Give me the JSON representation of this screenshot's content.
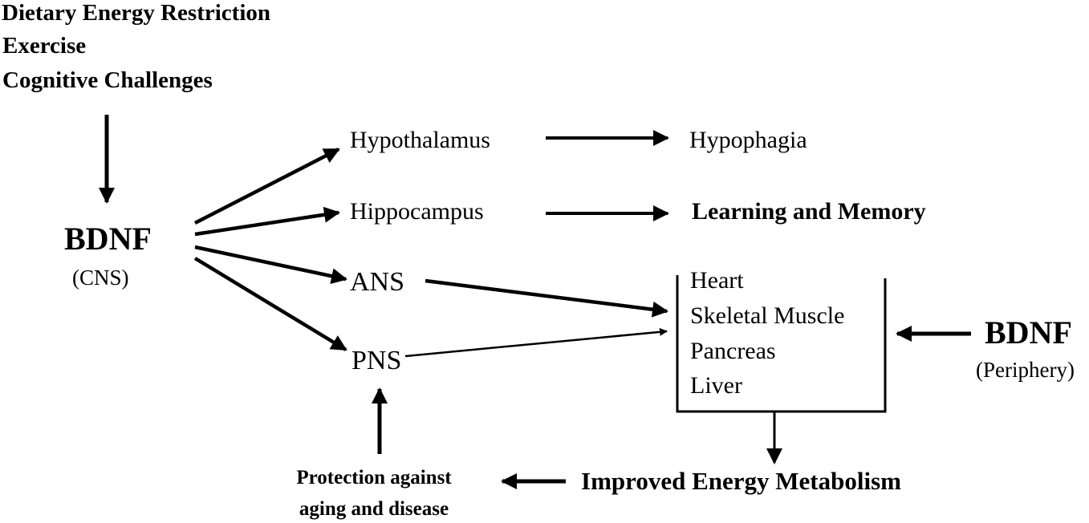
{
  "stimuli": {
    "line1": "Dietary Energy Restriction",
    "line2": "Exercise",
    "line3": "Cognitive Challenges"
  },
  "bdnf_cns": {
    "title": "BDNF",
    "subtitle": "(CNS)"
  },
  "targets": {
    "hypothalamus": "Hypothalamus",
    "hippocampus": "Hippocampus",
    "ans": "ANS",
    "pns": "PNS"
  },
  "outcomes": {
    "hypophagia": "Hypophagia",
    "learning_memory": "Learning and Memory",
    "improved_metabolism": "Improved Energy Metabolism",
    "protection_line1": "Protection against",
    "protection_line2": "aging and disease"
  },
  "organs": {
    "items": [
      "Heart",
      "Skeletal Muscle",
      "Pancreas",
      "Liver"
    ]
  },
  "bdnf_periphery": {
    "title": "BDNF",
    "subtitle": "(Periphery)"
  }
}
